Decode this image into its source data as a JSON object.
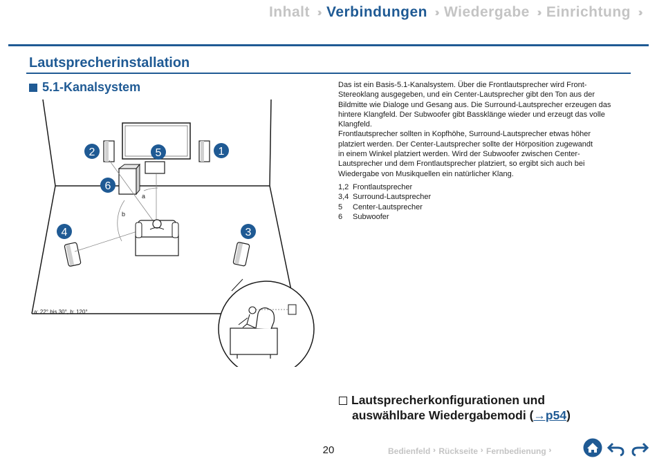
{
  "top_nav": {
    "tabs": [
      {
        "label": "Inhalt",
        "active": false
      },
      {
        "label": "Verbindungen",
        "active": true
      },
      {
        "label": "Wiedergabe",
        "active": false
      },
      {
        "label": "Einrichtung",
        "active": false
      }
    ],
    "separator": "»"
  },
  "section_title": "Lautsprecherinstallation",
  "subsection_title": "5.1-Kanalsystem",
  "description": [
    "Das ist ein Basis-5.1-Kanalsystem. Über die Frontlautsprecher wird Front-",
    "Stereoklang ausgegeben, und ein Center-Lautsprecher gibt den Ton aus der",
    "Bildmitte wie Dialoge und Gesang aus. Die Surround-Lautsprecher erzeugen das",
    "hintere Klangfeld. Der Subwoofer gibt Bassklänge wieder und erzeugt das volle",
    "Klangfeld.",
    "Frontlautsprecher sollten in Kopfhöhe, Surround-Lautsprecher etwas höher",
    "platziert werden. Der Center-Lautsprecher sollte der Hörposition zugewandt",
    "in einem Winkel platziert werden. Wird der Subwoofer zwischen Center-",
    "Lautsprecher und dem Frontlautsprecher platziert, so ergibt sich auch bei",
    "Wiedergabe von Musikquellen ein natürlicher Klang."
  ],
  "legend": [
    {
      "num": "1,2",
      "label": "Frontlautsprecher"
    },
    {
      "num": "3,4",
      "label": "Surround-Lautsprecher"
    },
    {
      "num": "5",
      "label": "Center-Lautsprecher"
    },
    {
      "num": "6",
      "label": "Subwoofer"
    }
  ],
  "diagram": {
    "badges": [
      "1",
      "2",
      "3",
      "4",
      "5",
      "6"
    ],
    "angle_labels": {
      "a": "a",
      "b": "b"
    },
    "caption": "a: 22° bis 30°, b: 120°"
  },
  "related": {
    "line1": "Lautsprecherkonfigurationen und",
    "line2": "auswählbare Wiedergabemodi (",
    "link": "→p54",
    "close": ")"
  },
  "page_number": "20",
  "bottom_nav": [
    "Bedienfeld",
    "Rückseite",
    "Fernbedienung"
  ],
  "colors": {
    "accent": "#1f5a94",
    "inactive": "#c4c4c4",
    "badge": "#1f5a94"
  },
  "icons": [
    "home-icon",
    "back-icon",
    "forward-icon"
  ]
}
